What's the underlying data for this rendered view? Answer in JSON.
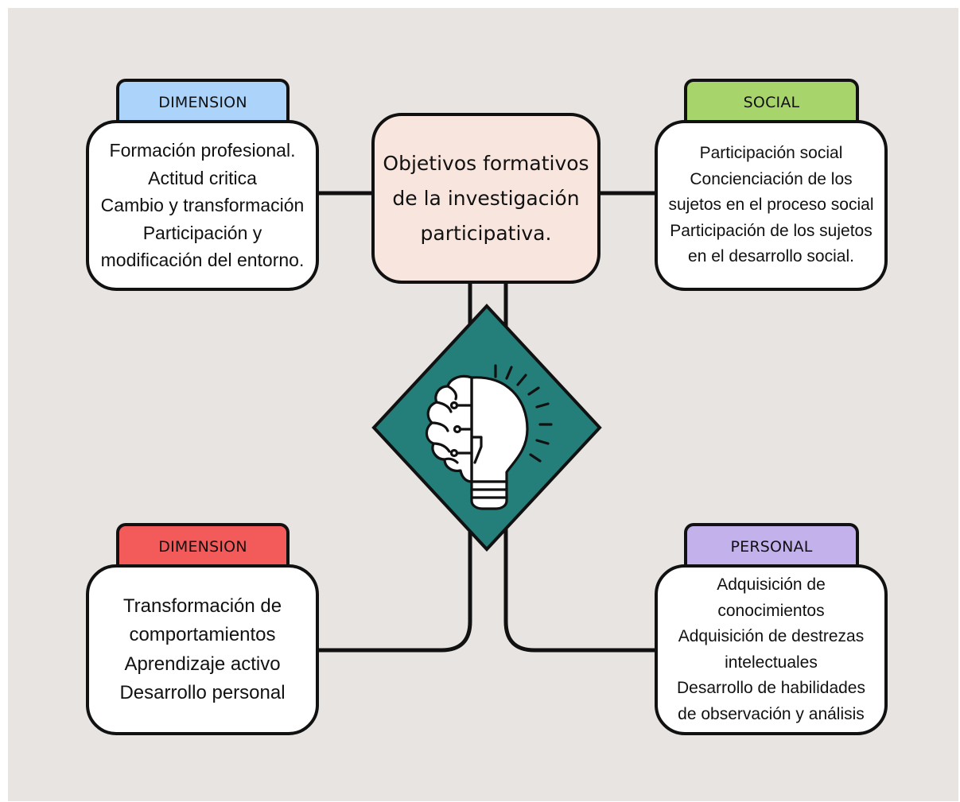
{
  "colors": {
    "background": "#e8e4e2",
    "dimension_top_tab": "#acd4fb",
    "social_tab": "#a8d46c",
    "dimension_bottom_tab": "#f35b5b",
    "personal_tab": "#c3b1ec",
    "center_fill": "#f8e6de",
    "diamond_fill": "#247e7a",
    "outline": "#111111"
  },
  "center": {
    "lines": [
      "Objetivos formativos",
      "de la investigación",
      "participativa."
    ]
  },
  "diamond": {
    "icon": "brain-lightbulb-icon"
  },
  "top_left": {
    "tab": "DIMENSION",
    "lines": [
      "Formación profesional.",
      "Actitud critica",
      "Cambio y transformación",
      "Participación y",
      "modificación del entorno."
    ]
  },
  "top_right": {
    "tab": "SOCIAL",
    "lines": [
      "Participación social",
      "Concienciación de los",
      "sujetos en el proceso social",
      "Participación de los sujetos",
      "en el desarrollo social."
    ]
  },
  "bottom_left": {
    "tab": "DIMENSION",
    "lines": [
      "Transformación de",
      "comportamientos",
      "Aprendizaje activo",
      "Desarrollo personal"
    ]
  },
  "bottom_right": {
    "tab": "PERSONAL",
    "lines": [
      "Adquisición de",
      "conocimientos",
      "Adquisición de destrezas",
      "intelectuales",
      "Desarrollo de habilidades",
      "de observación y análisis"
    ]
  }
}
